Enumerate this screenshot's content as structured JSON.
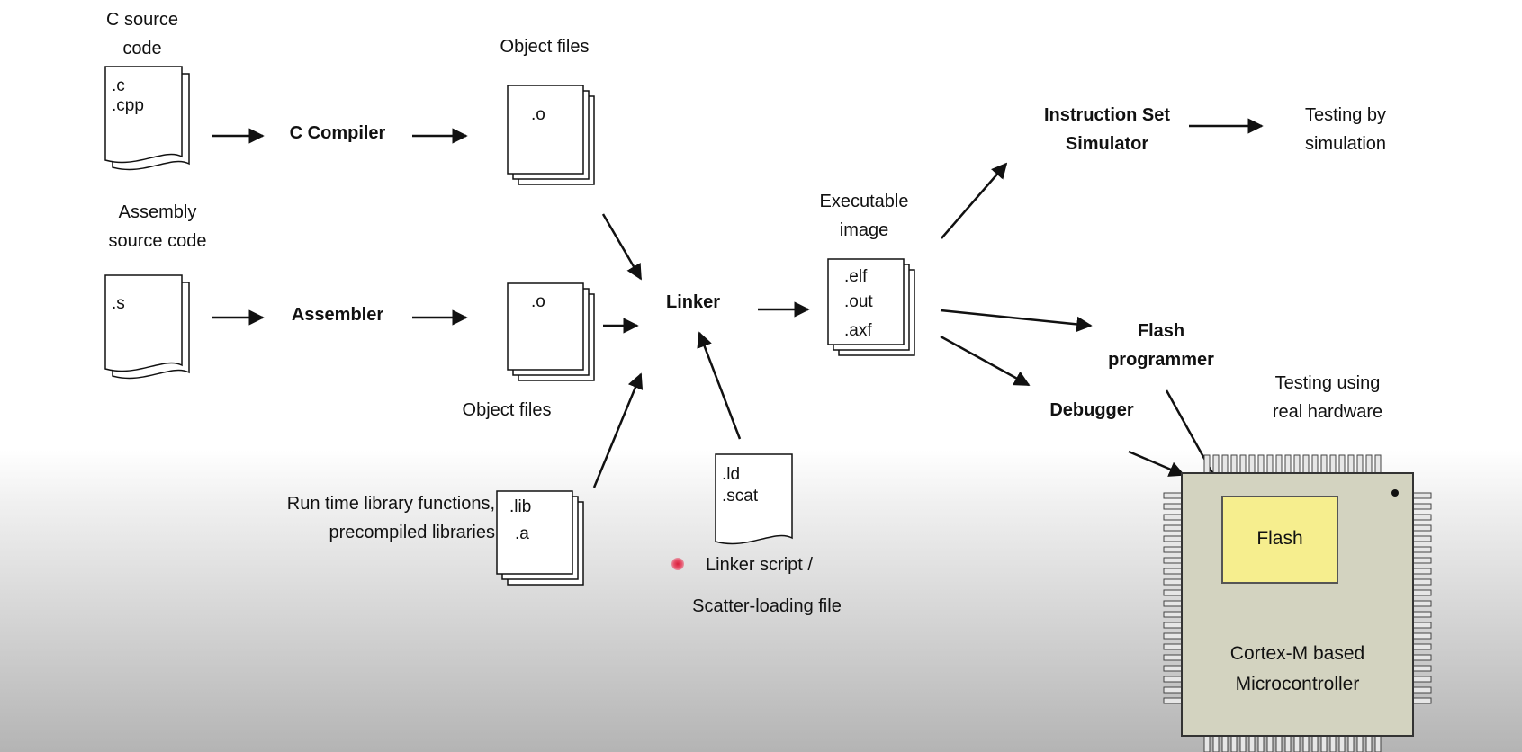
{
  "inputs": {
    "c_source_label": [
      "C source",
      "code"
    ],
    "c_source_exts": [
      ".c",
      ".cpp"
    ],
    "asm_source_label": [
      "Assembly",
      "source code"
    ],
    "asm_source_exts": [
      ".s"
    ]
  },
  "tools": {
    "c_compiler": "C Compiler",
    "assembler": "Assembler",
    "linker": "Linker",
    "iss": [
      "Instruction Set",
      "Simulator"
    ],
    "flash_programmer": [
      "Flash",
      "programmer"
    ],
    "debugger": "Debugger"
  },
  "object_files": {
    "top_label": "Object files",
    "bottom_label": "Object files",
    "ext": ".o"
  },
  "libraries": {
    "label": [
      "Run time library functions,",
      "precompiled libraries"
    ],
    "exts": [
      ".lib",
      ".a"
    ]
  },
  "linker_script": {
    "exts": [
      ".ld",
      ".scat"
    ],
    "label": [
      "Linker script /",
      "Scatter-loading file"
    ]
  },
  "executable": {
    "label": [
      "Executable",
      "image"
    ],
    "exts": [
      ".elf",
      ".out",
      ".axf"
    ]
  },
  "outputs": {
    "simulation": [
      "Testing by",
      "simulation"
    ],
    "hardware": [
      "Testing using",
      "real hardware"
    ]
  },
  "mcu": {
    "flash": "Flash",
    "name": [
      "Cortex-M based",
      "Microcontroller"
    ]
  },
  "colors": {
    "flash_fill": "#f6ee8e",
    "chip_fill": "#d3d3c0",
    "stroke": "#111111"
  }
}
